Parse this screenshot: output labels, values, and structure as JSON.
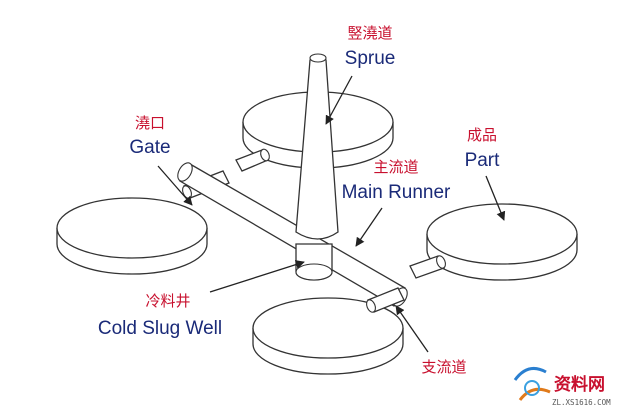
{
  "labels": {
    "sprue": {
      "cn": "竪澆道",
      "en": "Sprue"
    },
    "gate": {
      "cn": "澆口",
      "en": "Gate"
    },
    "part": {
      "cn": "成品",
      "en": "Part"
    },
    "main_runner": {
      "cn": "主流道",
      "en": "Main Runner"
    },
    "cold_slug_well": {
      "cn": "冷料井",
      "en": "Cold Slug Well"
    },
    "branch_runner": {
      "cn": "支流道"
    }
  },
  "watermark": {
    "text": "资料网",
    "url": "ZL.XS1616.COM",
    "logo": "xs-swoosh-logo"
  },
  "colors": {
    "chinese_label": "#c8102e",
    "english_label": "#1a2a78",
    "outline": "#333333"
  }
}
